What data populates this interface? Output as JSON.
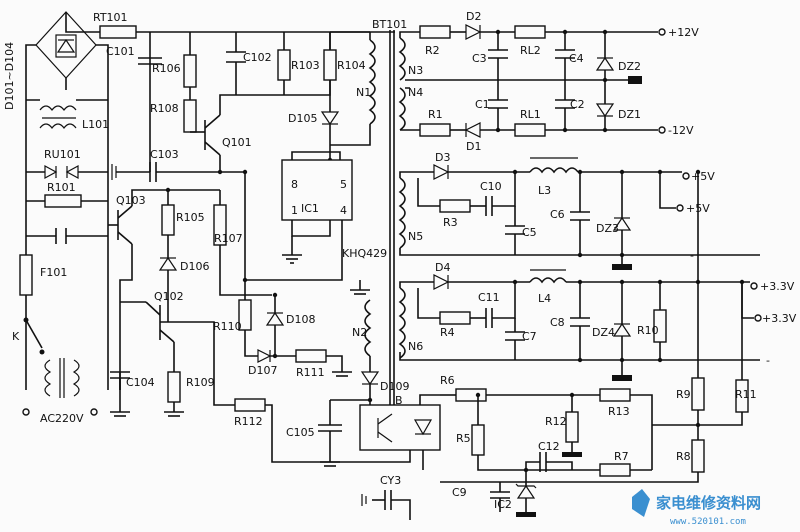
{
  "labels": {
    "rt101": "RT101",
    "d101_d104": "D101~D104",
    "c101": "C101",
    "r106": "R106",
    "c102": "C102",
    "r103": "R103",
    "r104": "R104",
    "bt101": "BT101",
    "l101": "L101",
    "r108": "R108",
    "q101": "Q101",
    "d105": "D105",
    "n1": "N1",
    "ru101": "RU101",
    "c103": "C103",
    "r101": "R101",
    "q103": "Q103",
    "r105": "R105",
    "r107": "R107",
    "ic1": "IC1",
    "pin8": "8",
    "pin5": "5",
    "pin1": "1",
    "pin4": "4",
    "f101": "F101",
    "d106": "D106",
    "khq429": "KHQ429",
    "q102": "Q102",
    "r110": "R110",
    "d108": "D108",
    "n2": "N2",
    "k": "K",
    "c104": "C104",
    "r109": "R109",
    "d107": "D107",
    "r111": "R111",
    "d109": "D109",
    "r112": "R112",
    "c105": "C105",
    "b": "B",
    "ac220v": "AC220V",
    "cy3": "CY3",
    "r2": "R2",
    "d2": "D2",
    "c3": "C3",
    "rl2": "RL2",
    "c4": "C4",
    "dz2": "DZ2",
    "n3": "N3",
    "n4": "N4",
    "c1": "C1",
    "c2": "C2",
    "r1": "R1",
    "rl1": "RL1",
    "dz1": "DZ1",
    "d1": "D1",
    "plus12v": "+12V",
    "minus12v": "-12V",
    "d3": "D3",
    "l3": "L3",
    "c10": "C10",
    "plus5v_a": "+5V",
    "plus5v_b": "+5V",
    "r3": "R3",
    "c6": "C6",
    "dz3": "DZ3",
    "n5": "N5",
    "c5": "C5",
    "gnd5": "-",
    "d4": "D4",
    "l4": "L4",
    "c11": "C11",
    "plus33v_a": "+3.3V",
    "plus33v_b": "+3.3V",
    "r4": "R4",
    "c8": "C8",
    "dz4": "DZ4",
    "r10": "R10",
    "n6": "N6",
    "c7": "C7",
    "gnd33": "-",
    "r6": "R6",
    "r12": "R12",
    "r13": "R13",
    "r9": "R9",
    "r11": "R11",
    "r5": "R5",
    "c12": "C12",
    "r7": "R7",
    "r8": "R8",
    "c9": "C9",
    "ic2": "IC2"
  },
  "watermark": {
    "text": "家电维修资料网",
    "url": "www.520101.com"
  }
}
